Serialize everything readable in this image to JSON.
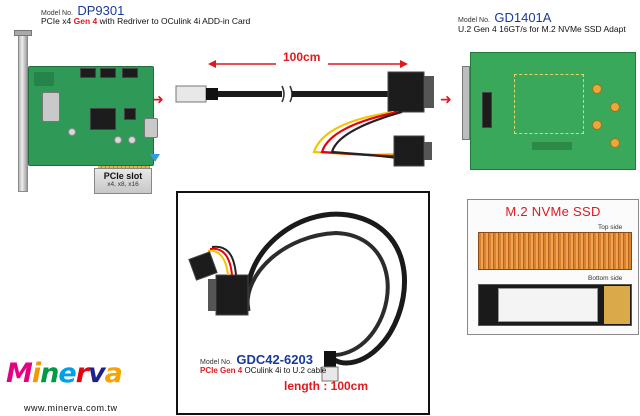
{
  "adapter_card": {
    "model_prefix": "Model No.",
    "model_number": "DP9301",
    "desc_pre": "PCIe x4 ",
    "desc_highlight": "Gen 4",
    "desc_post": " with Redriver to OCulink 4i ADD-in Card",
    "slot_title": "PCIe slot",
    "slot_sub": "x4, x8, x16"
  },
  "cable_strip": {
    "length_label": "100cm"
  },
  "u2_adapter": {
    "model_prefix": "Model No.",
    "model_number": "GD1401A",
    "desc": "U.2 Gen 4 16GT/s for M.2 NVMe SSD Adapt"
  },
  "cable_product": {
    "model_prefix": "Model No.",
    "model_number": "GDC42-6203",
    "desc_highlight": "PCIe Gen 4",
    "desc_post": " OCulink 4i to U.2 cable",
    "length_text": "length : 100cm"
  },
  "ssd": {
    "title": "M.2 NVMe SSD",
    "top_label": "Top side",
    "bottom_label": "Bottom side"
  },
  "brand": {
    "logo_letters": [
      "M",
      "i",
      "n",
      "e",
      "r",
      "v",
      "a"
    ],
    "logo_colors": [
      "#e4007f",
      "#f39800",
      "#009944",
      "#00a0e9",
      "#e60012",
      "#1d2088",
      "#f5a400"
    ],
    "url": "www.minerva.com.tw"
  },
  "colors": {
    "accent_red": "#e0191f",
    "model_blue": "#1a3a9a",
    "pcb_green": "#2f9a58"
  }
}
